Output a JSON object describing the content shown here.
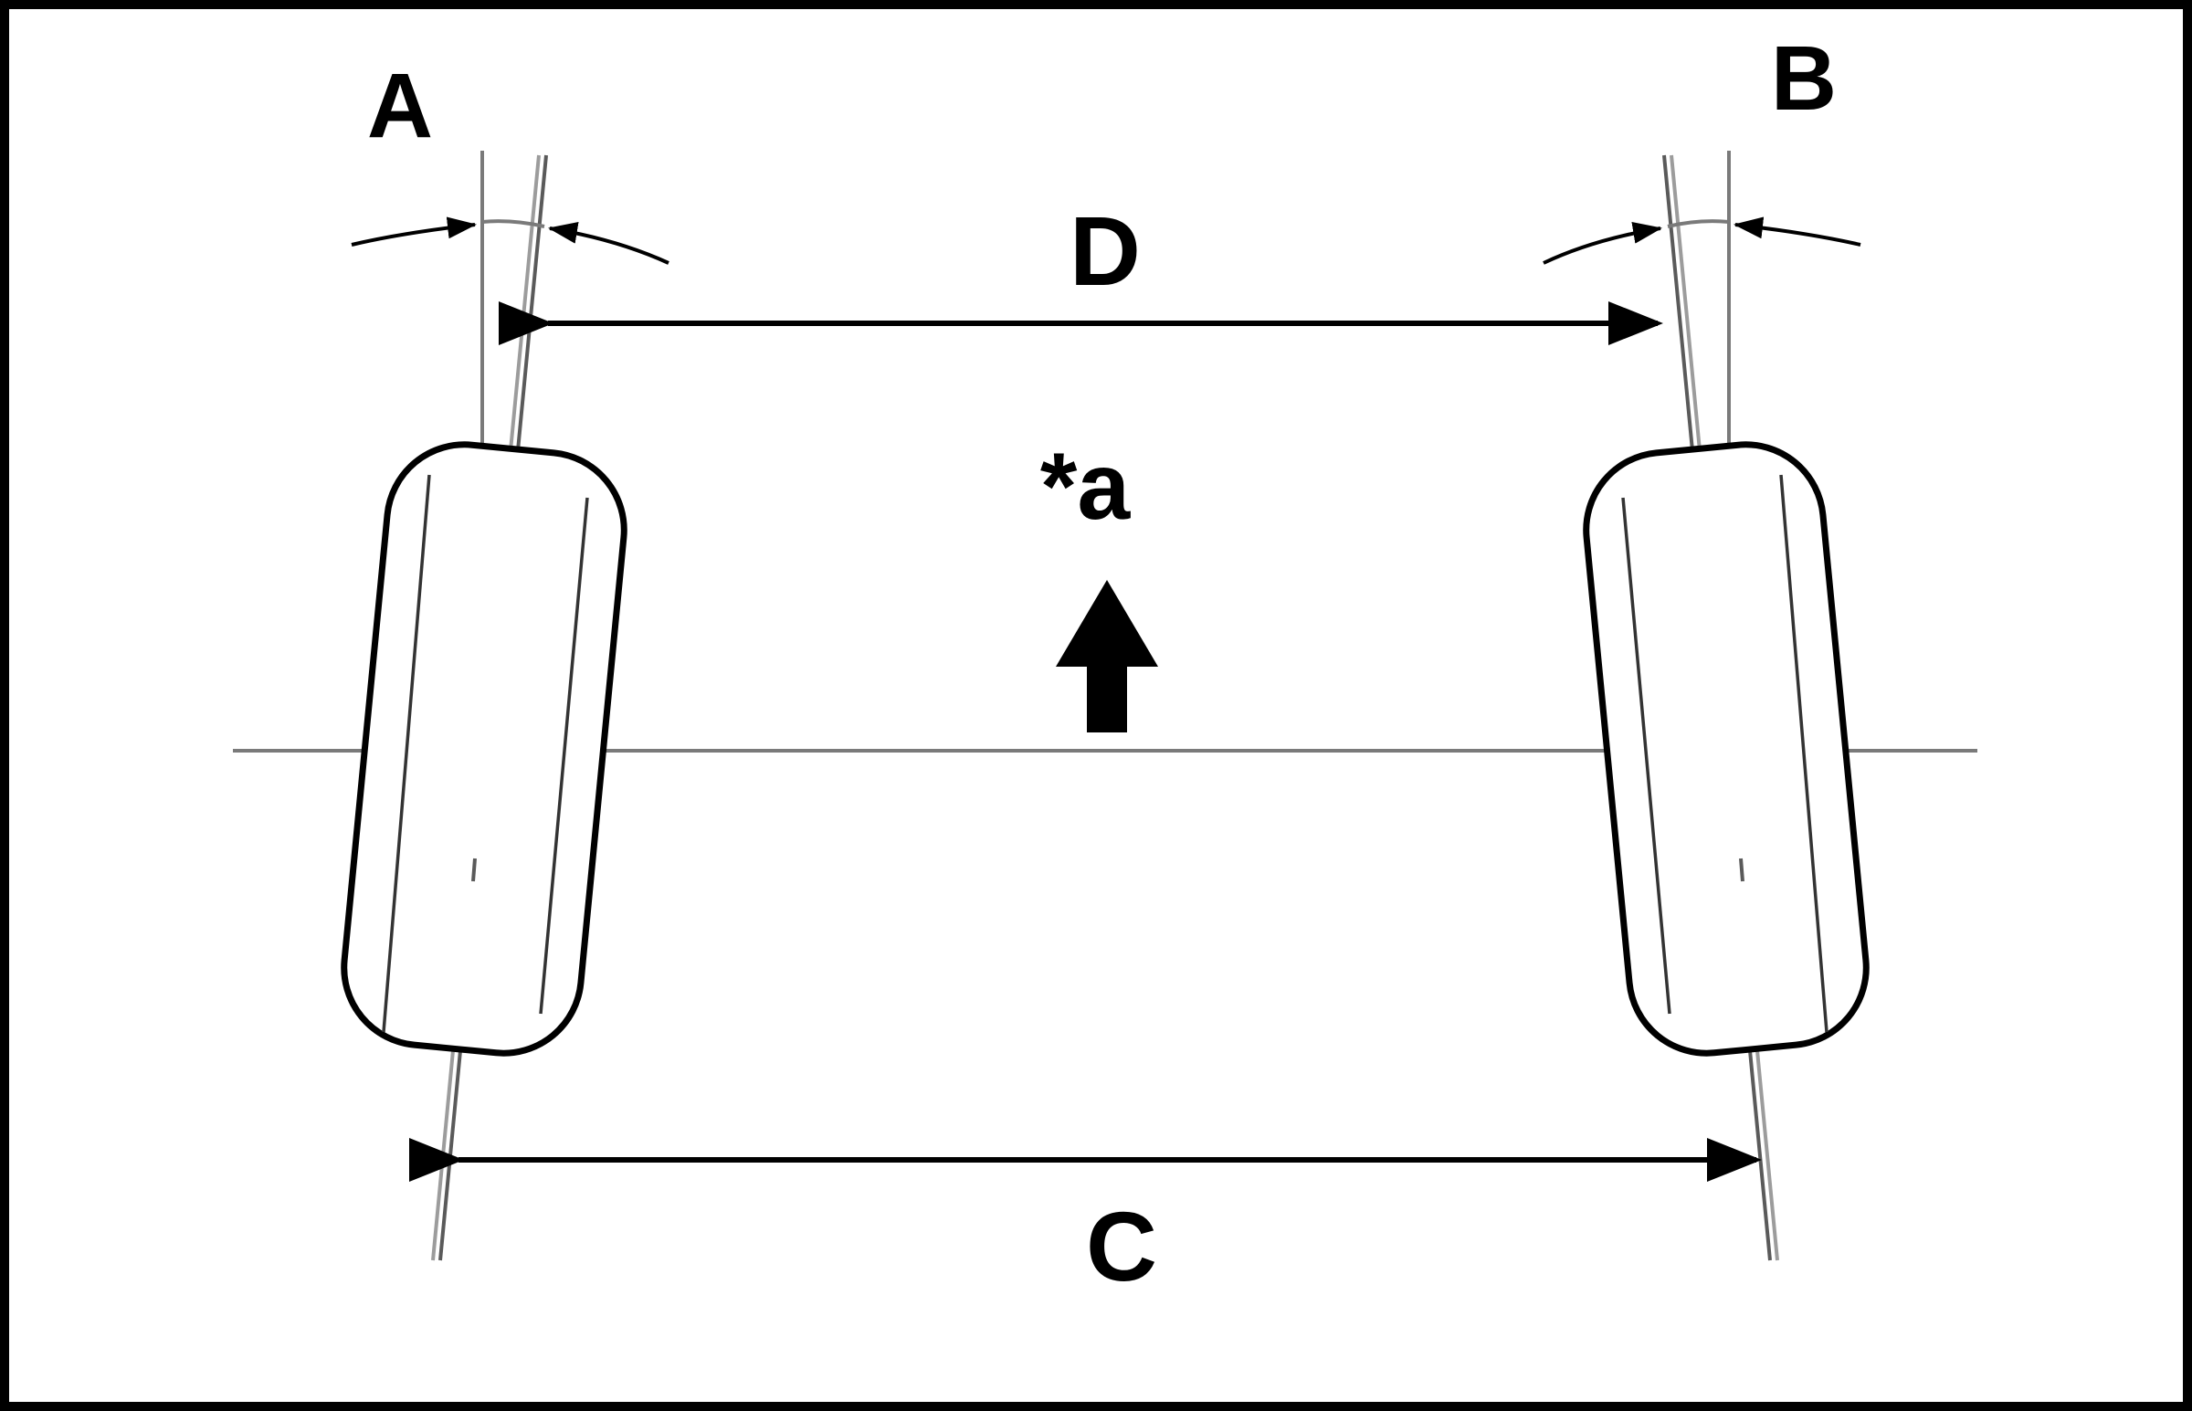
{
  "labels": {
    "a": "A",
    "b": "B",
    "c": "C",
    "d": "D",
    "front": "*a"
  },
  "colors": {
    "line": "#000000",
    "guide": "#7a7a7a",
    "background": "#ffffff"
  },
  "icons": {
    "direction": "arrow-up-icon"
  }
}
